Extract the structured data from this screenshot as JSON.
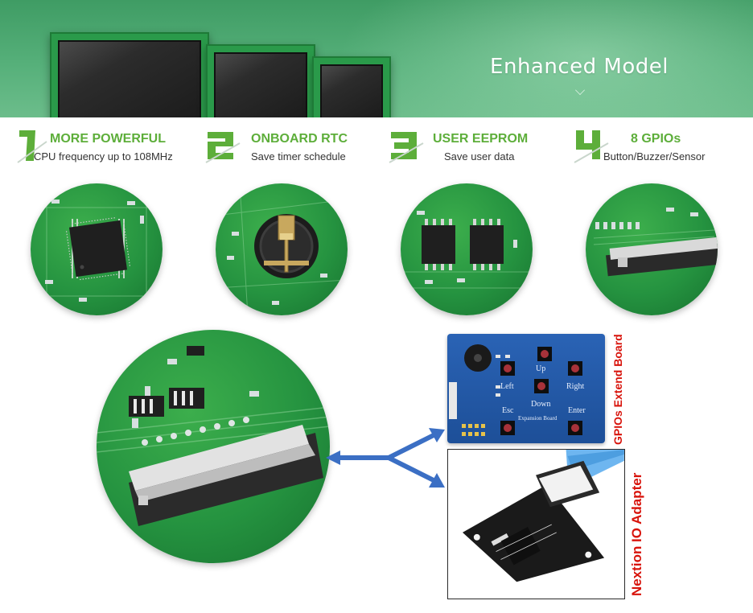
{
  "banner": {
    "title": "Enhanced Model"
  },
  "features": [
    {
      "number": "1",
      "title": "MORE POWERFUL",
      "subtitle": "CPU frequency up to 108MHz"
    },
    {
      "number": "2",
      "title": "ONBOARD RTC",
      "subtitle": "Save timer schedule"
    },
    {
      "number": "3",
      "title": "USER EEPROM",
      "subtitle": "Save user data"
    },
    {
      "number": "4",
      "title": "8 GPIOs",
      "subtitle": "Button/Buzzer/Sensor"
    }
  ],
  "expansion_board": {
    "buttons": {
      "up": "Up",
      "left": "Left",
      "right": "Right",
      "down": "Down",
      "esc": "Esc",
      "enter": "Enter"
    },
    "name": "Expansion Board",
    "label": "GPIOs Extend Board"
  },
  "io_adapter": {
    "label": "Nextion IO Adapter"
  },
  "colors": {
    "banner_green": "#4ea870",
    "feature_green": "#5dae3a",
    "label_red": "#d8140c",
    "arrow_blue": "#3b6fc4",
    "pcb_green": "#259340"
  }
}
